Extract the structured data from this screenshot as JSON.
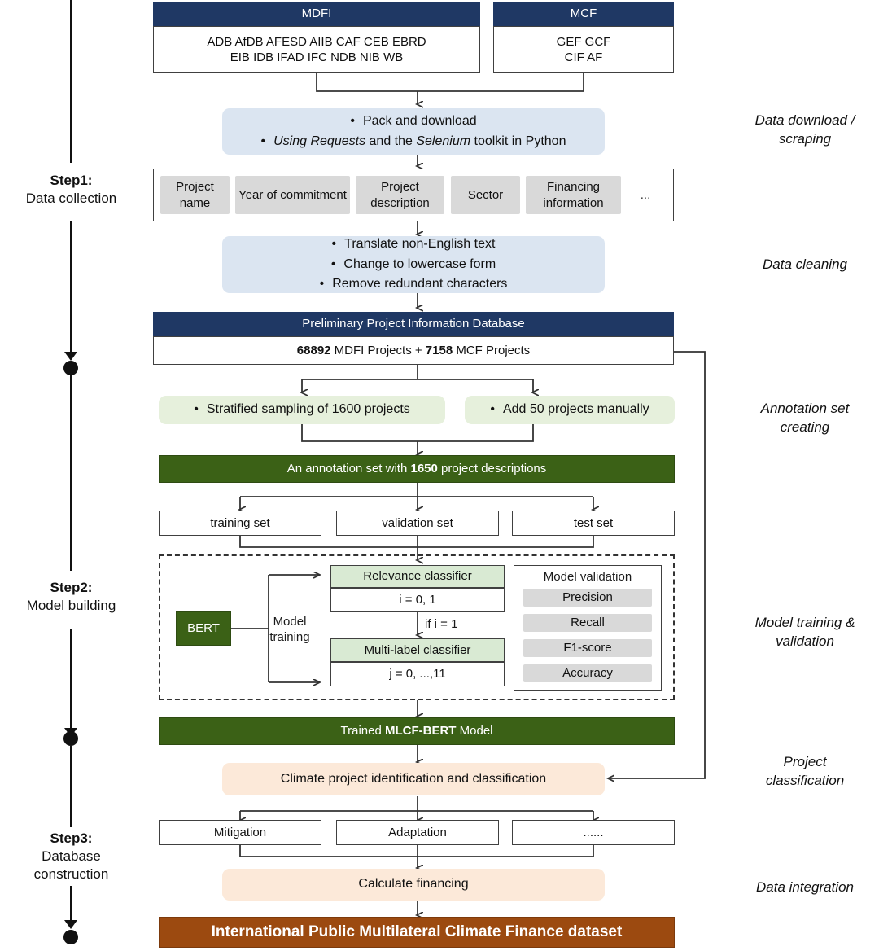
{
  "timeline": {
    "steps": [
      {
        "head": "Step1:",
        "sub": "Data collection"
      },
      {
        "head": "Step2:",
        "sub": "Model building"
      },
      {
        "head": "Step3:",
        "sub": "Database"
      },
      {
        "head": "",
        "sub": "construction"
      }
    ]
  },
  "annotations": [
    {
      "line1": "Data download /",
      "line2": "scraping"
    },
    {
      "line1": "Data cleaning",
      "line2": ""
    },
    {
      "line1": "Annotation set",
      "line2": "creating"
    },
    {
      "line1": "Model training &",
      "line2": "validation"
    },
    {
      "line1": "Project",
      "line2": "classification"
    },
    {
      "line1": "Data integration",
      "line2": ""
    }
  ],
  "sources": {
    "mdfi": {
      "title": "MDFI",
      "line1": "ADB AfDB AFESD AIIB CAF CEB EBRD",
      "line2": "EIB IDB IFAD IFC NDB NIB WB"
    },
    "mcf": {
      "title": "MCF",
      "line1": "GEF GCF",
      "line2": "CIF AF"
    }
  },
  "download_step": {
    "bullet1": "Pack and download",
    "bullet2_pre": "Using Requests",
    "bullet2_mid": " and the ",
    "bullet2_em": "Selenium",
    "bullet2_post": " toolkit in Python"
  },
  "fields": {
    "items": [
      "Project name",
      "Year of commitment",
      "Project description",
      "Sector",
      "Financing information"
    ],
    "ellipsis": "..."
  },
  "cleaning_step": {
    "bullet1": "Translate non-English text",
    "bullet2": "Change to lowercase form",
    "bullet3": "Remove redundant characters"
  },
  "database": {
    "title": "Preliminary Project Information Database",
    "count_mdfi": "68892",
    "label_mdfi": " MDFI Projects + ",
    "count_mcf": "7158",
    "label_mcf": " MCF Projects"
  },
  "sampling": {
    "left": "Stratified sampling of 1600 projects",
    "right": "Add 50 projects manually"
  },
  "annotation_set": {
    "pre": "An annotation set with ",
    "count": "1650",
    "post": " project descriptions"
  },
  "splits": [
    "training set",
    "validation set",
    "test set"
  ],
  "model_panel": {
    "bert": "BERT",
    "training_line1": "Model",
    "training_line2": "training",
    "relevance_title": "Relevance classifier",
    "relevance_value": "i = 0, 1",
    "condition": "if i = 1",
    "multilabel_title": "Multi-label classifier",
    "multilabel_value": "j = 0, ...,11",
    "validation_title": "Model validation",
    "metrics": [
      "Precision",
      "Recall",
      "F1-score",
      "Accuracy"
    ]
  },
  "trained_model": {
    "pre": "Trained ",
    "name": "MLCF-BERT",
    "post": " Model"
  },
  "classification": "Climate project identification and classification",
  "categories": [
    "Mitigation",
    "Adaptation",
    "......"
  ],
  "financing": "Calculate financing",
  "final_dataset": "International Public Multilateral Climate Finance dataset",
  "colors": {
    "navy": "#1f3864",
    "green_dark": "#3b6116",
    "green_light": "#d9ead3",
    "blue_soft": "#dbe5f1",
    "green_soft": "#e6f0dc",
    "peach": "#fce9d9",
    "brown": "#9c4a10",
    "grey_chip": "#d9d9d9"
  }
}
